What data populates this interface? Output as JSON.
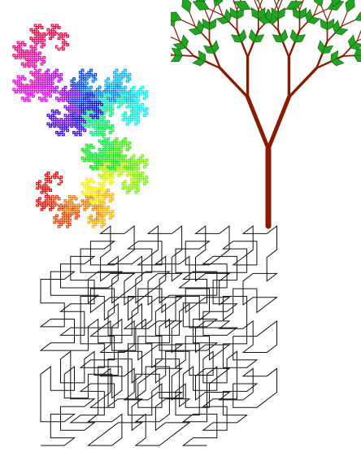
{
  "figures": [
    {
      "key": "dragon",
      "kind": "dragon-curve",
      "palette": "rainbow",
      "iterations": 12
    },
    {
      "key": "tree",
      "kind": "fractal-tree",
      "trunk_color": "#8b1a00",
      "leaf_color": "#22a522",
      "leaf_edge_color": "#0d5e0d",
      "depth": 5
    },
    {
      "key": "hilbert3d",
      "kind": "3d-hilbert-curve",
      "line_color": "#111111",
      "order": 3
    }
  ]
}
